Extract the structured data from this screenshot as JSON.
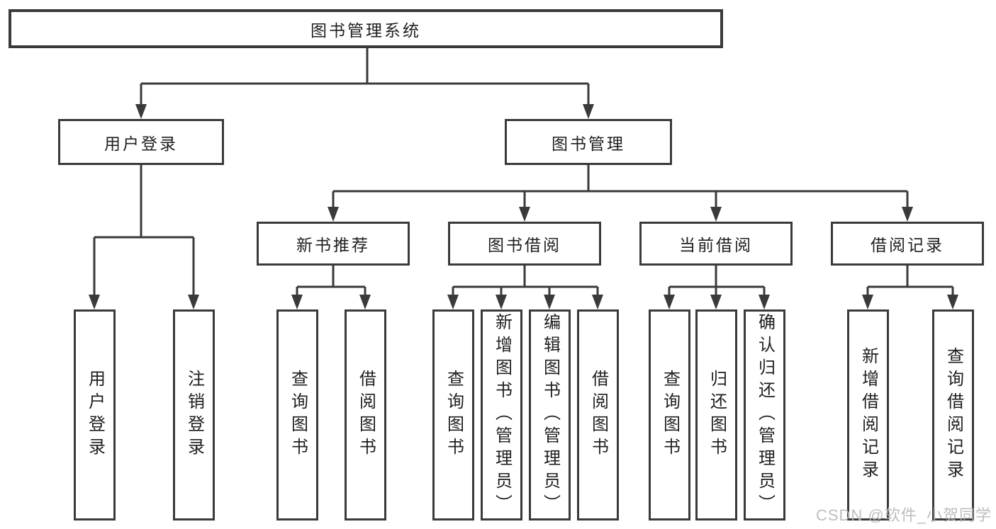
{
  "diagram": {
    "root": "图书管理系统",
    "level2": {
      "user_login_branch": "用户登录",
      "book_management": "图书管理"
    },
    "level3": {
      "new_book_recommend": "新书推荐",
      "book_borrowing": "图书借阅",
      "current_borrowing": "当前借阅",
      "borrowing_records": "借阅记录"
    },
    "leaves": {
      "user_login": "用户登录",
      "logout": "注销登录",
      "query_book_recommend": "查询图书",
      "borrow_book_recommend": "借阅图书",
      "query_book_borrowing": "查询图书",
      "add_book_admin": "新增图书（管理员）",
      "edit_book_admin": "编辑图书（管理员）",
      "borrow_book_borrowing": "借阅图书",
      "query_book_current": "查询图书",
      "return_book": "归还图书",
      "confirm_return_admin": "确认归还（管理员）",
      "add_borrow_record": "新增借阅记录",
      "query_borrow_record": "查询借阅记录"
    }
  },
  "watermark": "CSDN @软件_小贺同学",
  "colors": {
    "line": "#3a3a3a",
    "text": "#1f1f1f",
    "background": "#ffffff",
    "watermark": "#b9b9b9"
  }
}
